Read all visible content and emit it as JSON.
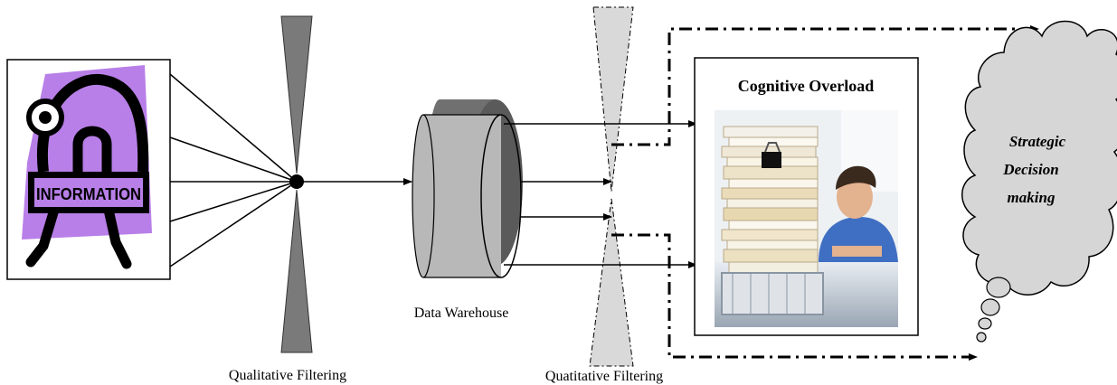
{
  "info_box": {
    "badge_text": "INFORMATION",
    "icon": "information-mascot-icon"
  },
  "labels": {
    "qualitative_filtering": "Qualitative Filtering",
    "data_warehouse": "Data Warehouse",
    "quantitative_filtering": "Quatitative Filtering"
  },
  "overload_box": {
    "title": "Cognitive Overload",
    "image": "stressed-worker-with-paper-stacks-image"
  },
  "cloud": {
    "line1": "Strategic",
    "line2": "Decision",
    "line3": "making"
  },
  "colors": {
    "funnel_dark": "#7a7a7a",
    "funnel_light": "#d9d9d9",
    "cylinder_back": "#707070",
    "cylinder_front": "#b8b8b8",
    "cloud_fill": "#d6d6d6",
    "mascot_purple": "#b87fe8"
  }
}
